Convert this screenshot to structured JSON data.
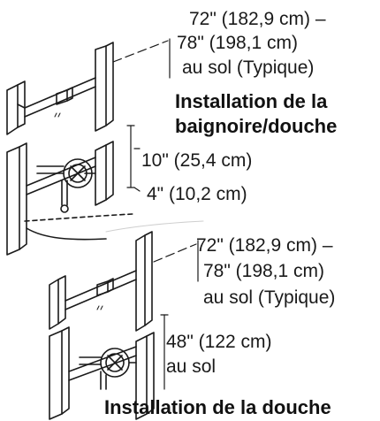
{
  "tub_shower": {
    "title_line1": "Installation de la",
    "title_line2": "baignoire/douche",
    "top_dim_line1": "72\" (182,9 cm) –",
    "top_dim_line2": "78\" (198,1 cm)",
    "top_dim_line3": "au sol (Typique)",
    "spout_dim": "10\" (25,4 cm)",
    "valve_dim": "4\" (10,2 cm)"
  },
  "shower": {
    "top_dim_line1": "72\" (182,9 cm) –",
    "top_dim_line2": "78\" (198,1 cm)",
    "top_dim_line3": "au sol (Typique)",
    "valve_dim_line1": "48\" (122 cm)",
    "valve_dim_line2": "au sol",
    "title": "Installation de la douche"
  },
  "colors": {
    "line": "#1a1a1a",
    "background": "#ffffff"
  }
}
